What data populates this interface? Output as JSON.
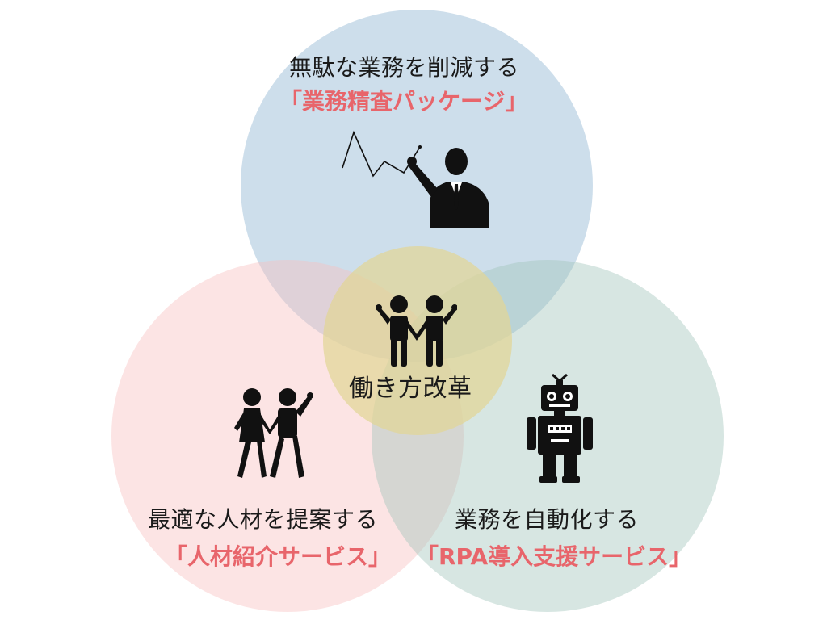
{
  "diagram": {
    "top": {
      "label": "無駄な業務を削減する",
      "product": "「業務精査パッケージ」",
      "icon": "presenter-icon",
      "color": "#9cbed8"
    },
    "left": {
      "label": "最適な人材を提案する",
      "product": "「人材紹介サービス」",
      "icon": "couple-icon",
      "color": "#f7bebe"
    },
    "right": {
      "label": "業務を自動化する",
      "product": "「RPA導入支援サービス」",
      "icon": "robot-icon",
      "color": "#a0c4ba"
    },
    "center": {
      "label": "働き方改革",
      "icon": "team-icon",
      "color": "#e2d696"
    },
    "accent_text_color": "#e8656b"
  }
}
